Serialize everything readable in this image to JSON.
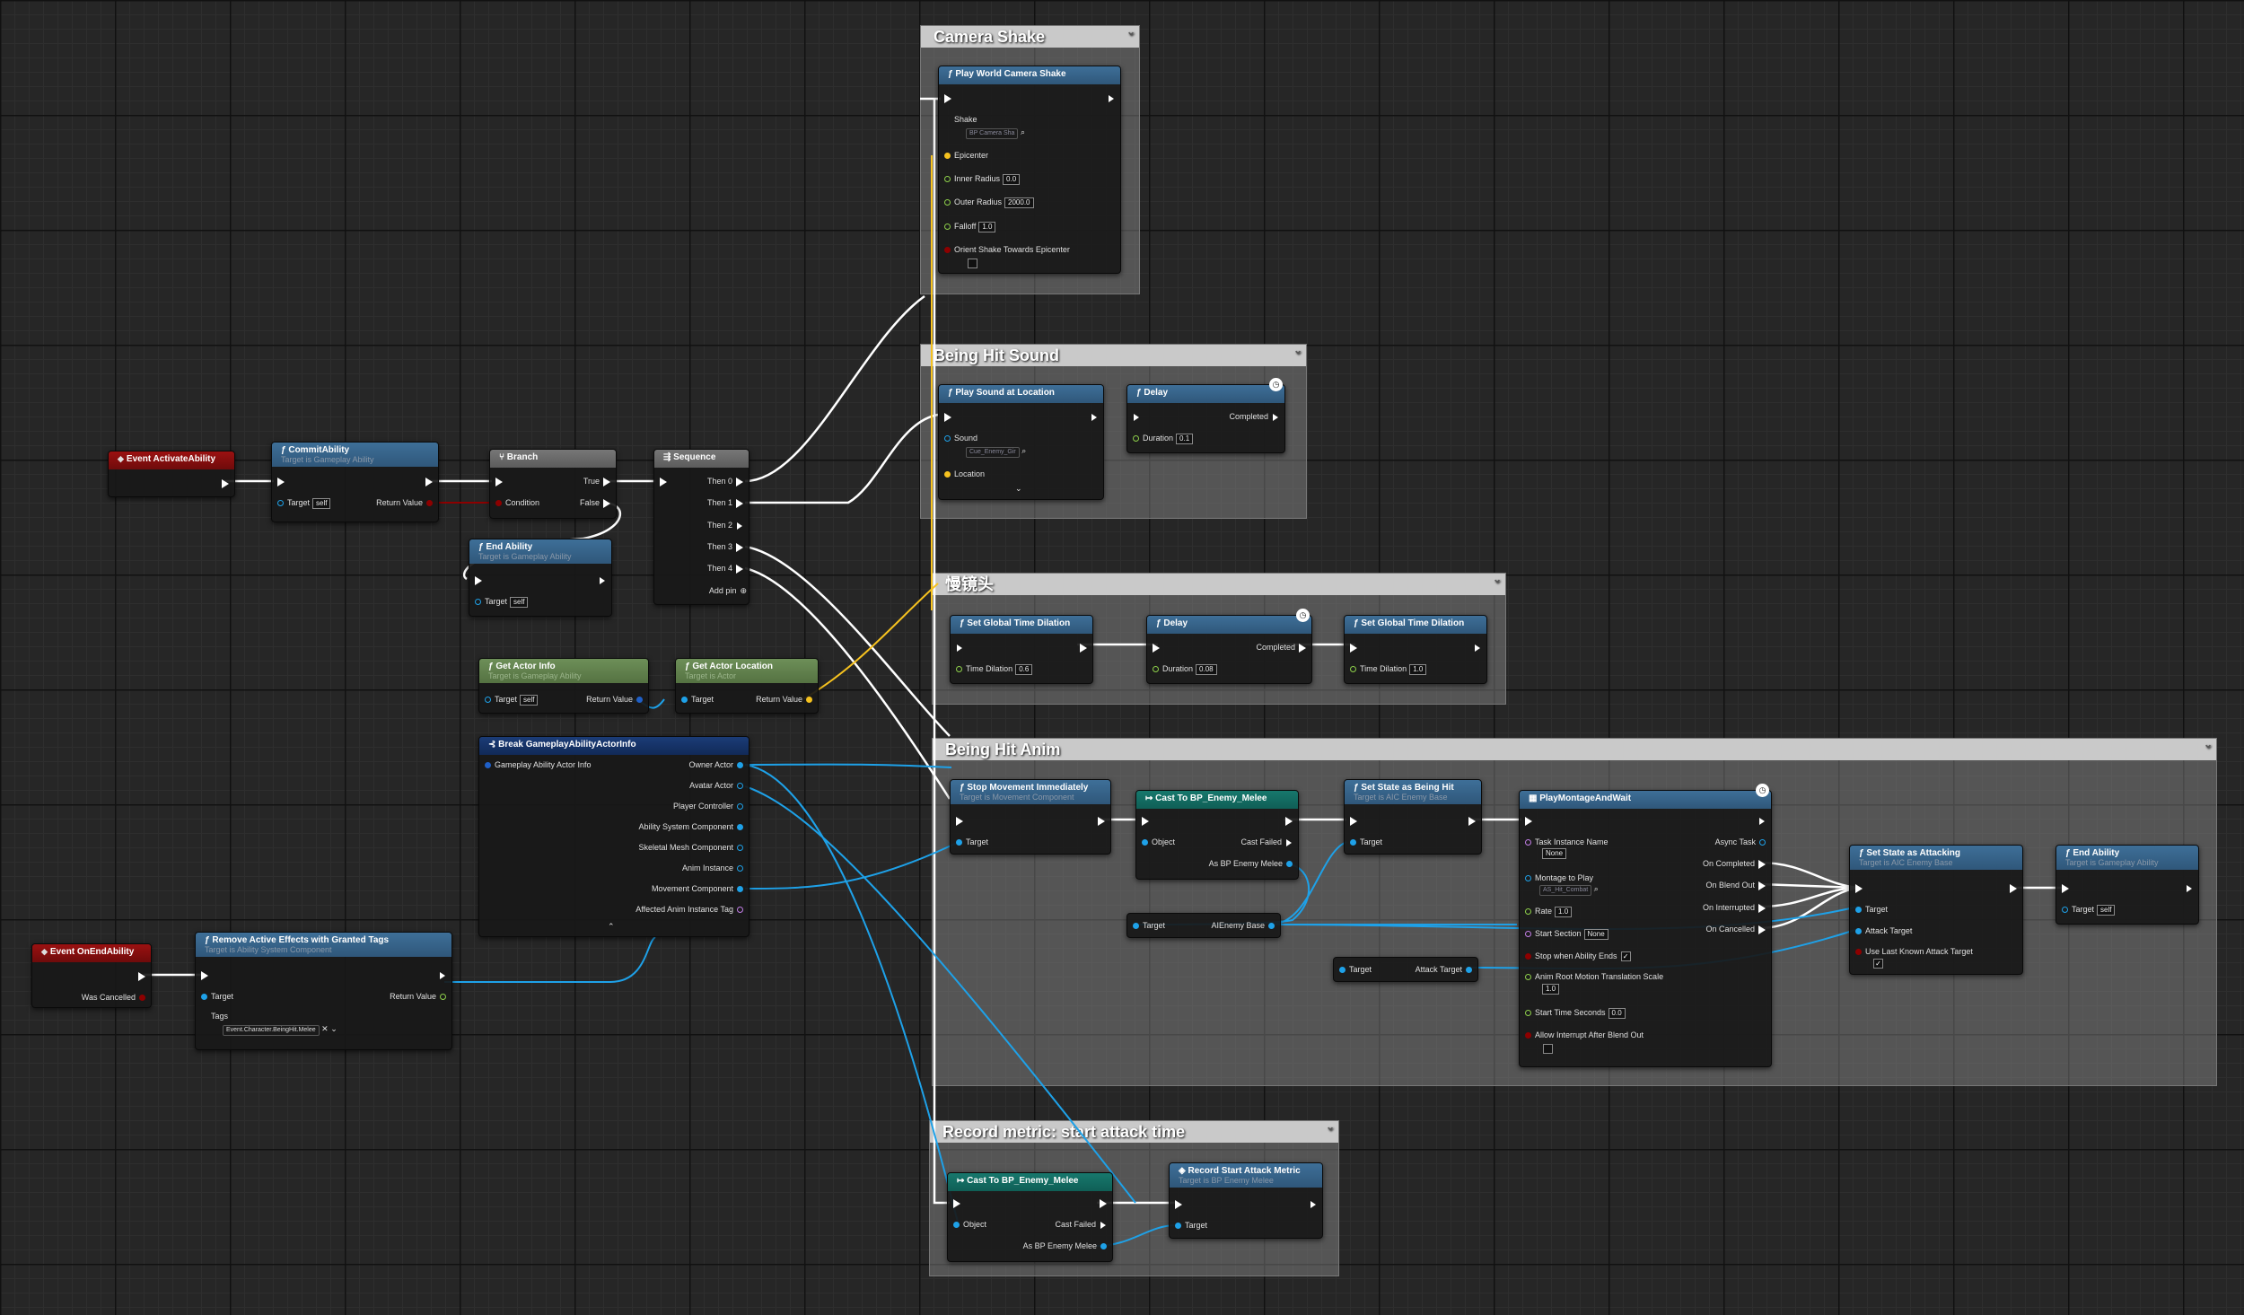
{
  "comments": {
    "camera_shake": "Camera Shake",
    "being_hit_sound": "Being Hit Sound",
    "slow_camera": "慢镜头",
    "being_hit_anim": "Being Hit Anim",
    "record_metric": "Record metric: start attack time"
  },
  "nodes": {
    "event_activate": {
      "title": "Event ActivateAbility"
    },
    "commit": {
      "title": "CommitAbility",
      "subtitle": "Target is Gameplay Ability",
      "target": "Target",
      "target_val": "self",
      "ret": "Return Value"
    },
    "branch": {
      "title": "Branch",
      "true": "True",
      "false": "False",
      "condition": "Condition"
    },
    "sequence": {
      "title": "Sequence",
      "then0": "Then 0",
      "then1": "Then 1",
      "then2": "Then 2",
      "then3": "Then 3",
      "then4": "Then 4",
      "addpin": "Add pin"
    },
    "end_ability_1": {
      "title": "End Ability",
      "subtitle": "Target is Gameplay Ability",
      "target": "Target",
      "target_val": "self"
    },
    "camera_shake_node": {
      "title": "Play World Camera Shake",
      "shake": "Shake",
      "shake_val": "BP Camera Sha",
      "epicenter": "Epicenter",
      "inner": "Inner Radius",
      "inner_val": "0.0",
      "outer": "Outer Radius",
      "outer_val": "2000.0",
      "falloff": "Falloff",
      "falloff_val": "1.0",
      "orient": "Orient Shake Towards Epicenter"
    },
    "play_sound": {
      "title": "Play Sound at Location",
      "sound": "Sound",
      "sound_val": "Cue_Enemy_Gir",
      "location": "Location"
    },
    "delay_sound": {
      "title": "Delay",
      "completed": "Completed",
      "duration": "Duration",
      "duration_val": "0.1"
    },
    "set_dilation_1": {
      "title": "Set Global Time Dilation",
      "dilation": "Time Dilation",
      "dilation_val": "0.6"
    },
    "delay_slow": {
      "title": "Delay",
      "completed": "Completed",
      "duration": "Duration",
      "duration_val": "0.08"
    },
    "set_dilation_2": {
      "title": "Set Global Time Dilation",
      "dilation": "Time Dilation",
      "dilation_val": "1.0"
    },
    "get_actor_info": {
      "title": "Get Actor Info",
      "subtitle": "Target is Gameplay Ability",
      "target": "Target",
      "target_val": "self",
      "ret": "Return Value"
    },
    "get_actor_location": {
      "title": "Get Actor Location",
      "subtitle": "Target is Actor",
      "target": "Target",
      "ret": "Return Value"
    },
    "break_info": {
      "title": "Break GameplayAbilityActorInfo",
      "input": "Gameplay Ability Actor Info",
      "owner": "Owner Actor",
      "avatar": "Avatar Actor",
      "player": "Player Controller",
      "asc": "Ability System Component",
      "skeletal": "Skeletal Mesh Component",
      "anim": "Anim Instance",
      "movement": "Movement Component",
      "tag": "Affected Anim Instance Tag"
    },
    "event_end": {
      "title": "Event OnEndAbility",
      "cancelled": "Was Cancelled"
    },
    "remove_effects": {
      "title": "Remove Active Effects with Granted Tags",
      "subtitle": "Target is Ability System Component",
      "target": "Target",
      "ret": "Return Value",
      "tags": "Tags",
      "tags_val": "Event.Character.BeingHit.Melee"
    },
    "stop_movement": {
      "title": "Stop Movement Immediately",
      "subtitle": "Target is Movement Component",
      "target": "Target"
    },
    "cast_melee_1": {
      "title": "Cast To BP_Enemy_Melee",
      "object": "Object",
      "failed": "Cast Failed",
      "as": "As BP Enemy Melee"
    },
    "set_state_hit": {
      "title": "Set State as Being Hit",
      "subtitle": "Target is AIC Enemy Base",
      "target": "Target"
    },
    "montage": {
      "title": "PlayMontageAndWait",
      "task": "Task Instance Name",
      "task_val": "None",
      "montage": "Montage to Play",
      "montage_val": "AS_Hit_Combat",
      "rate": "Rate",
      "rate_val": "1.0",
      "section": "Start Section",
      "section_val": "None",
      "stop": "Stop when Ability Ends",
      "root": "Anim Root Motion Translation Scale",
      "root_val": "1.0",
      "start_time": "Start Time Seconds",
      "start_time_val": "0.0",
      "allow": "Allow Interrupt After Blend Out",
      "async": "Async Task",
      "completed": "On Completed",
      "blend": "On Blend Out",
      "interrupted": "On Interrupted",
      "cancelled": "On Cancelled"
    },
    "get_aic": {
      "target": "Target",
      "out": "AIEnemy Base"
    },
    "get_attack_target": {
      "target": "Target",
      "out": "Attack Target"
    },
    "set_state_attack": {
      "title": "Set State as Attacking",
      "subtitle": "Target is AIC Enemy Base",
      "target": "Target",
      "attack": "Attack Target",
      "use_last": "Use Last Known Attack Target"
    },
    "end_ability_2": {
      "title": "End Ability",
      "subtitle": "Target is Gameplay Ability",
      "target": "Target",
      "target_val": "self"
    },
    "cast_melee_2": {
      "title": "Cast To BP_Enemy_Melee",
      "object": "Object",
      "failed": "Cast Failed",
      "as": "As BP Enemy Melee"
    },
    "record_metric": {
      "title": "Record Start Attack Metric",
      "subtitle": "Target is BP Enemy Melee",
      "target": "Target"
    }
  },
  "colors": {
    "exec": "#ffffff",
    "object": "#1ea1e8",
    "bool": "#8d0000",
    "float": "#8ed04a",
    "vector": "#f6c21f",
    "name": "#c27ee6",
    "struct": "#1f5fc7"
  }
}
